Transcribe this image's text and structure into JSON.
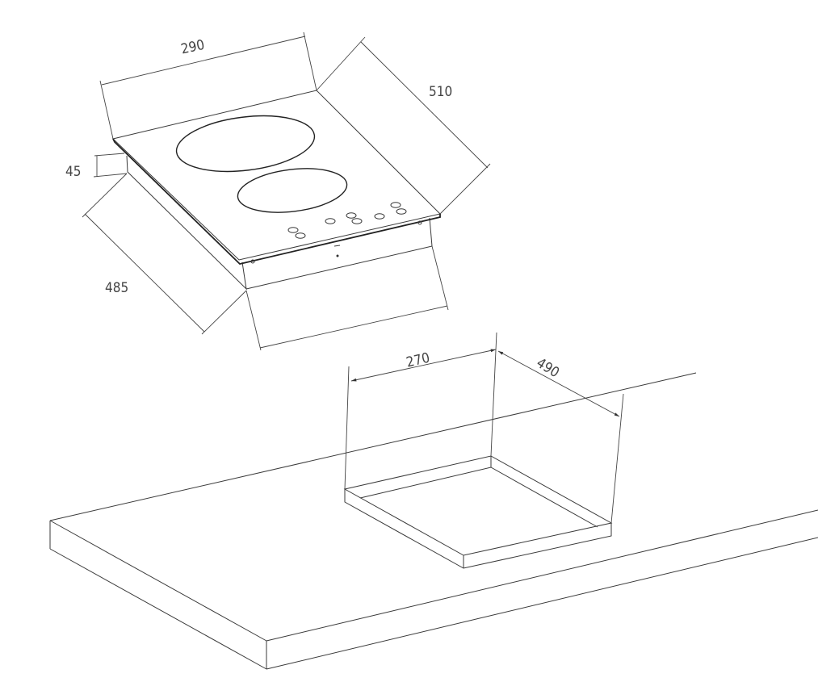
{
  "hob_dimensions": {
    "width": "290",
    "depth": "510",
    "height": "45",
    "body_depth": "485"
  },
  "cutout_dimensions": {
    "width": "270",
    "depth": "490"
  },
  "colors": {
    "line": "#3a3a3a",
    "background": "#ffffff"
  }
}
